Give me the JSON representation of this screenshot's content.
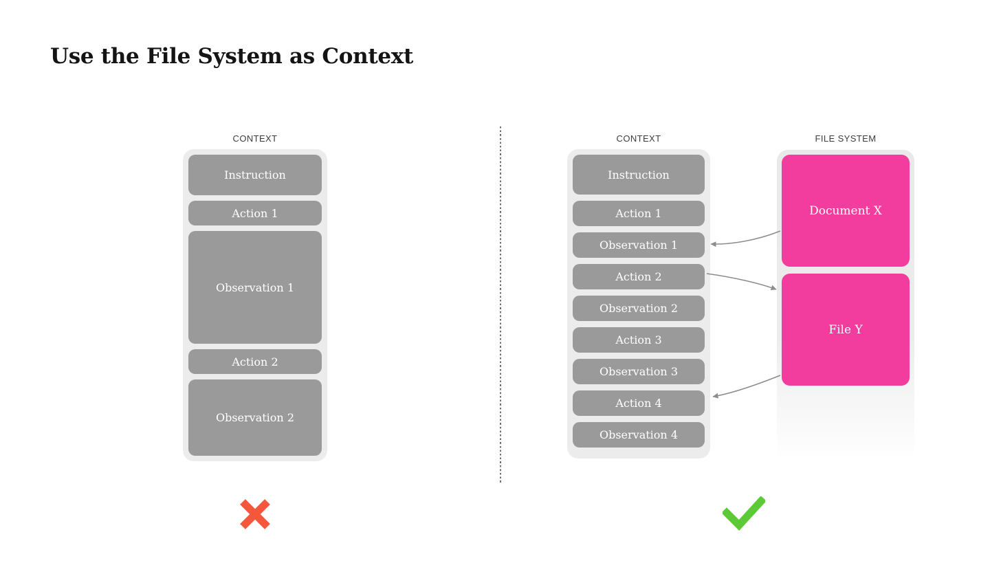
{
  "title": "Use the File System as Context",
  "left_panel": {
    "label": "CONTEXT",
    "boxes": [
      {
        "label": "Instruction"
      },
      {
        "label": "Action 1"
      },
      {
        "label": "Observation 1"
      },
      {
        "label": "Action 2"
      },
      {
        "label": "Observation 2"
      }
    ],
    "verdict": "rejected"
  },
  "right_panel": {
    "label": "CONTEXT",
    "boxes": [
      {
        "label": "Instruction"
      },
      {
        "label": "Action 1"
      },
      {
        "label": "Observation 1"
      },
      {
        "label": "Action 2"
      },
      {
        "label": "Observation 2"
      },
      {
        "label": "Action 3"
      },
      {
        "label": "Observation 3"
      },
      {
        "label": "Action 4"
      },
      {
        "label": "Observation 4"
      }
    ],
    "verdict": "approved"
  },
  "file_system_panel": {
    "label": "FILE SYSTEM",
    "files": [
      {
        "label": "Document X"
      },
      {
        "label": "File Y"
      }
    ]
  },
  "arrows": [
    {
      "from": "Document X",
      "to": "Observation 1"
    },
    {
      "from": "Action 2",
      "to": "File Y"
    },
    {
      "from": "File Y",
      "to": "Action 4"
    }
  ],
  "colors": {
    "file_box": "#F23C9E",
    "context_box": "#9A9A9A",
    "panel_bg": "#ECECEC",
    "arrow": "#8C8C8C",
    "cross": "#F5573D",
    "check": "#5CC937"
  }
}
